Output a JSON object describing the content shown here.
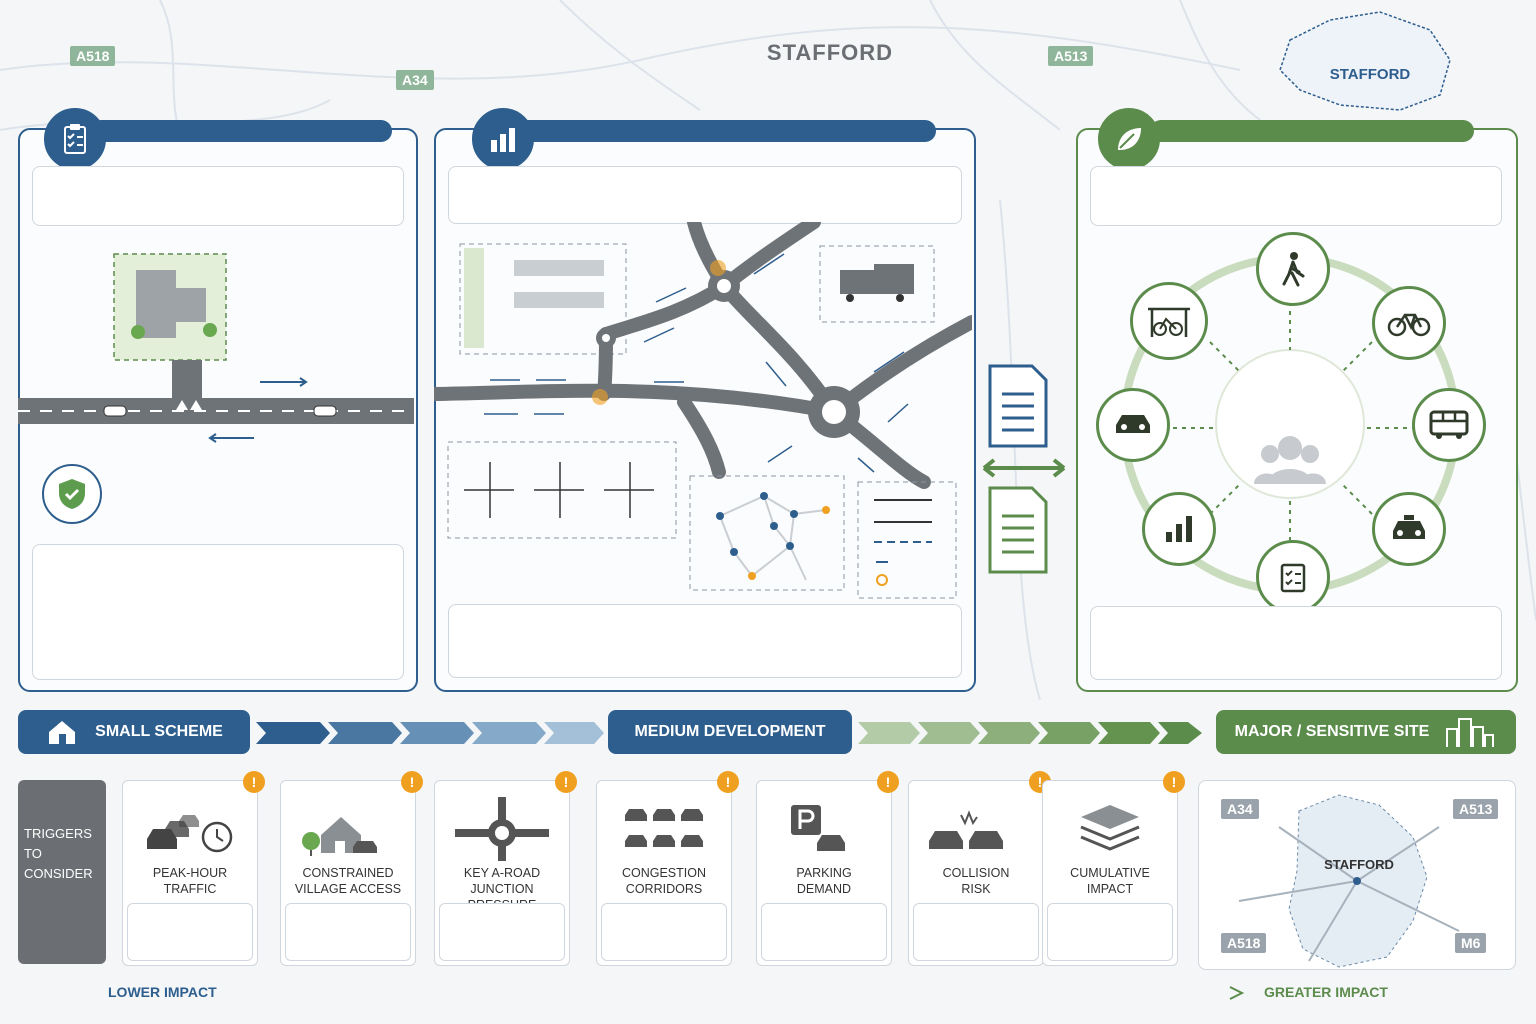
{
  "map": {
    "title": "STAFFORD",
    "roads": [
      "A518",
      "A34",
      "A513"
    ],
    "inset_label": "STAFFORD"
  },
  "panels": {
    "left": {
      "icon": "clipboard-checklist-icon",
      "accent": "#2e5e8e"
    },
    "middle": {
      "icon": "bar-chart-icon",
      "accent": "#2e5e8e"
    },
    "right": {
      "icon": "leaf-icon",
      "accent": "#5c8c4c"
    }
  },
  "sustainable_modes": [
    "walking-icon",
    "cycle-icon",
    "bus-icon",
    "taxi-icon",
    "checklist-icon",
    "chart-icon",
    "car-icon",
    "cycle-parking-icon"
  ],
  "scale": {
    "stages": [
      "SMALL SCHEME",
      "MEDIUM DEVELOPMENT",
      "MAJOR / SENSITIVE SITE"
    ],
    "low_label": "LOWER IMPACT",
    "high_label": "GREATER IMPACT"
  },
  "triggers": {
    "header": "TRIGGERS\nTO CONSIDER",
    "items": [
      {
        "label": "PEAK-HOUR\nTRAFFIC",
        "icon": "queue-clock-icon"
      },
      {
        "label": "CONSTRAINED\nVILLAGE ACCESS",
        "icon": "village-house-icon"
      },
      {
        "label": "KEY A-ROAD\nJUNCTION PRESSURE",
        "icon": "roundabout-icon"
      },
      {
        "label": "CONGESTION\nCORRIDORS",
        "icon": "congestion-cars-icon"
      },
      {
        "label": "PARKING\nDEMAND",
        "icon": "parking-icon"
      },
      {
        "label": "COLLISION\nRISK",
        "icon": "collision-icon"
      },
      {
        "label": "CUMULATIVE\nIMPACT",
        "icon": "layers-icon"
      }
    ],
    "warning_symbol": "!"
  },
  "location_map": {
    "center": "STAFFORD",
    "roads": [
      "A34",
      "A513",
      "A518",
      "M6"
    ]
  },
  "colors": {
    "blue": "#2e5e8e",
    "green": "#5c8c4c",
    "amber": "#f0a020",
    "grey": "#6b6f73"
  }
}
